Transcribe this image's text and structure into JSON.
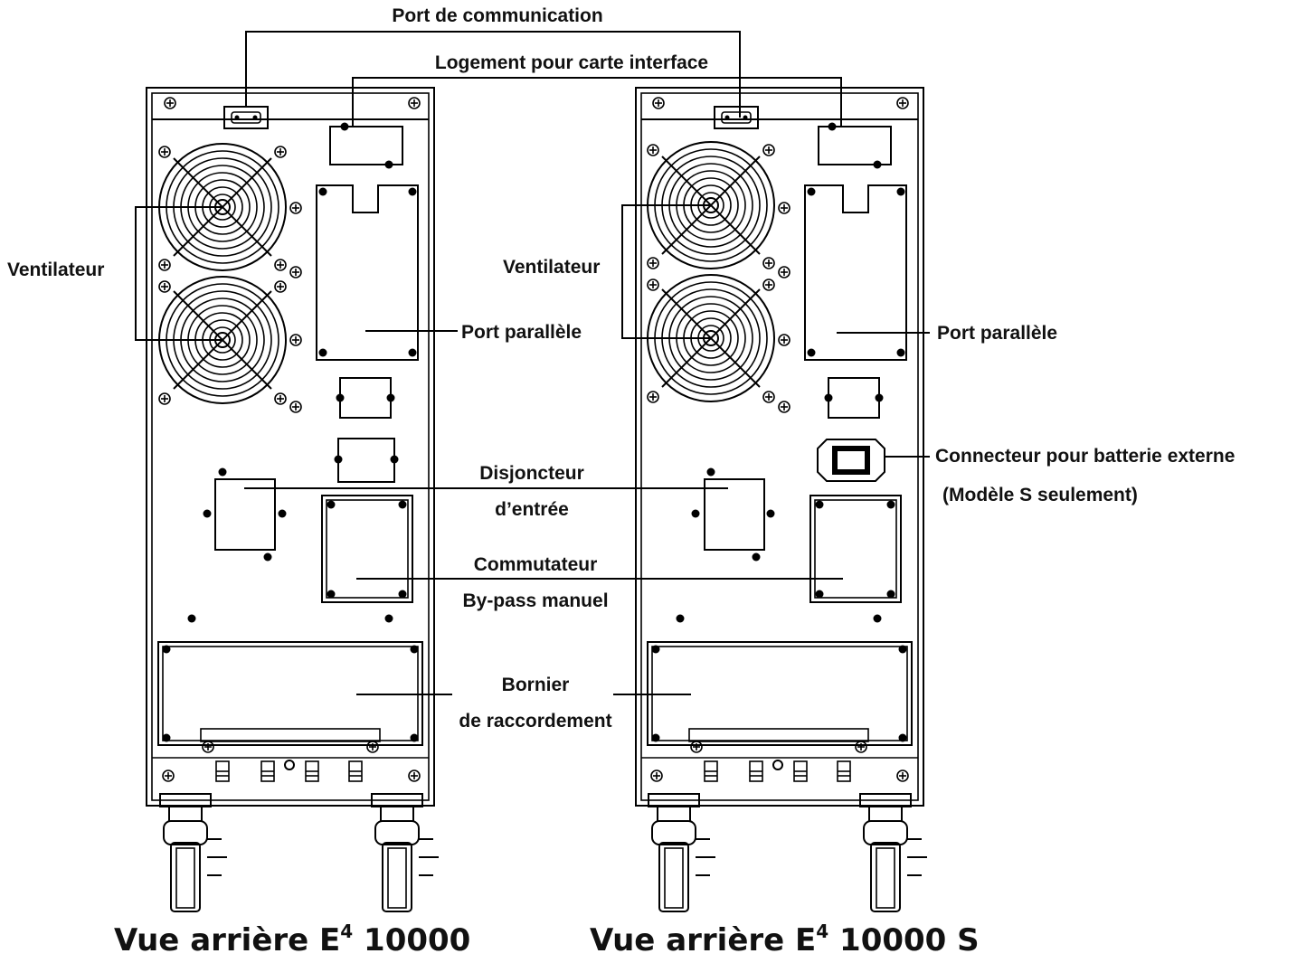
{
  "labels": {
    "communication_port": "Port de communication",
    "interface_slot": "Logement pour carte interface",
    "fan_left": "Ventilateur",
    "fan_right": "Ventilateur",
    "parallel_port_left": "Port parallèle",
    "parallel_port_right": "Port parallèle",
    "battery_connector": "Connecteur pour batterie externe",
    "battery_connector_note": "(Modèle S seulement)",
    "input_breaker_line1": "Disjoncteur",
    "input_breaker_line2": "d’entrée",
    "bypass_switch_line1": "Commutateur",
    "bypass_switch_line2": "By-pass manuel",
    "terminal_block_line1": "Bornier",
    "terminal_block_line2": "de raccordement"
  },
  "captions": {
    "left_prefix": "Vue arrière E",
    "left_sup": "4",
    "left_suffix": " 10000",
    "right_prefix": "Vue arrière E",
    "right_sup": "4",
    "right_suffix": " 10000 S"
  },
  "colors": {
    "line": "#000000",
    "background": "#ffffff"
  }
}
